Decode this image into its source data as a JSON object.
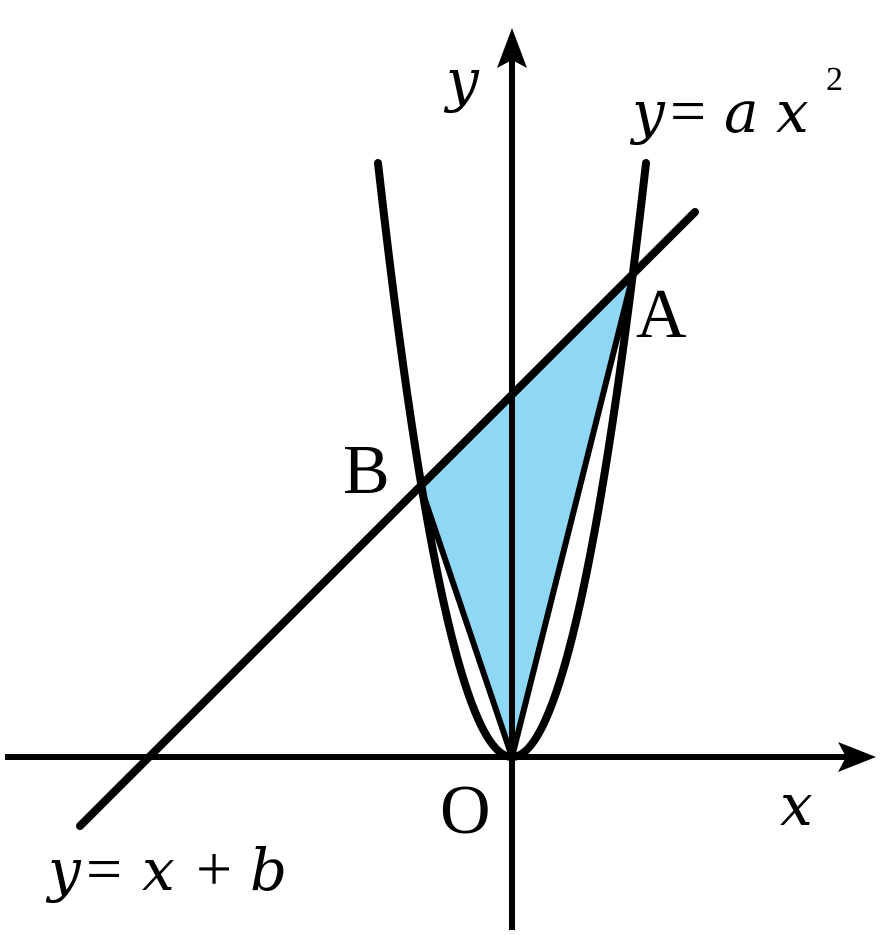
{
  "axes": {
    "x_label": "x",
    "y_label": "y",
    "origin_label": "O"
  },
  "curves": {
    "parabola_y": "y",
    "parabola_eq": "=",
    "parabola_a": "a",
    "parabola_x": "x",
    "parabola_exp": "2",
    "line_y": "y",
    "line_eq": "=",
    "line_x": "x",
    "line_plus": "+",
    "line_b": "b"
  },
  "points": {
    "A": "A",
    "B": "B"
  },
  "colors": {
    "triangle_fill": "#8fd8f5",
    "stroke": "#000000"
  }
}
